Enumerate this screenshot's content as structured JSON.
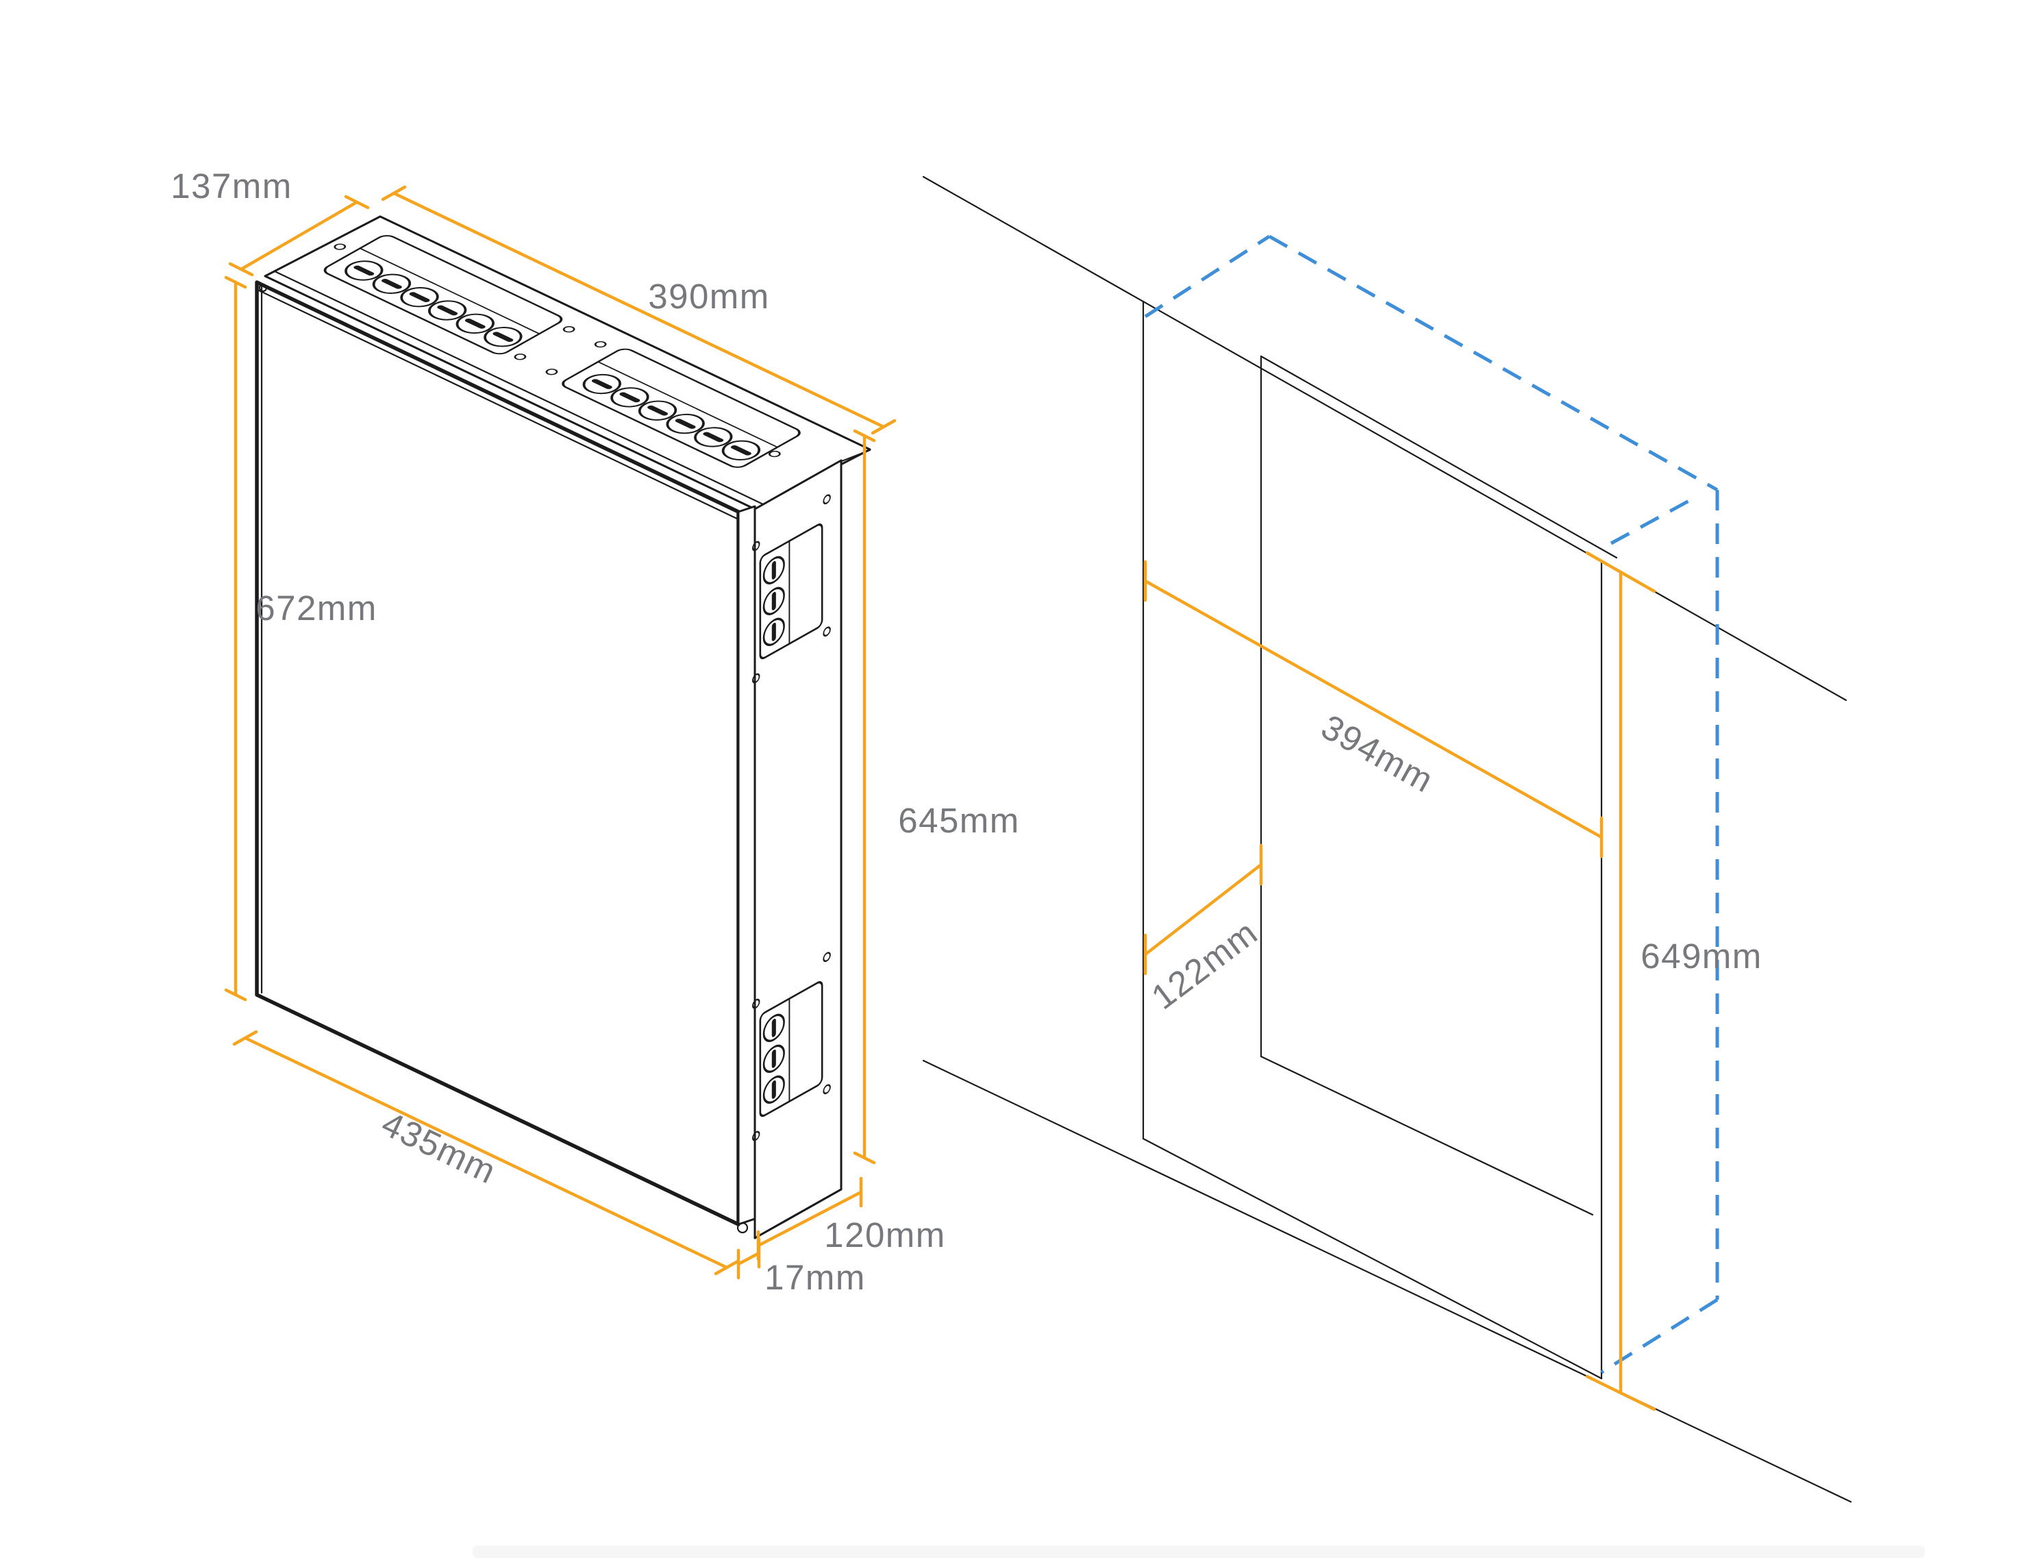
{
  "colors": {
    "dimension": "#F5A41F",
    "hidden": "#3E8ED8",
    "line": "#1B1B1B",
    "label": "#77787B"
  },
  "cabinet": {
    "labels": {
      "depth_total": "137mm",
      "width_top": "390mm",
      "height_front": "672mm",
      "height_side": "645mm",
      "width_bottom": "435mm",
      "depth_body": "120mm",
      "door_thickness": "17mm"
    }
  },
  "niche": {
    "labels": {
      "width": "394mm",
      "depth": "122mm",
      "height": "649mm"
    }
  }
}
